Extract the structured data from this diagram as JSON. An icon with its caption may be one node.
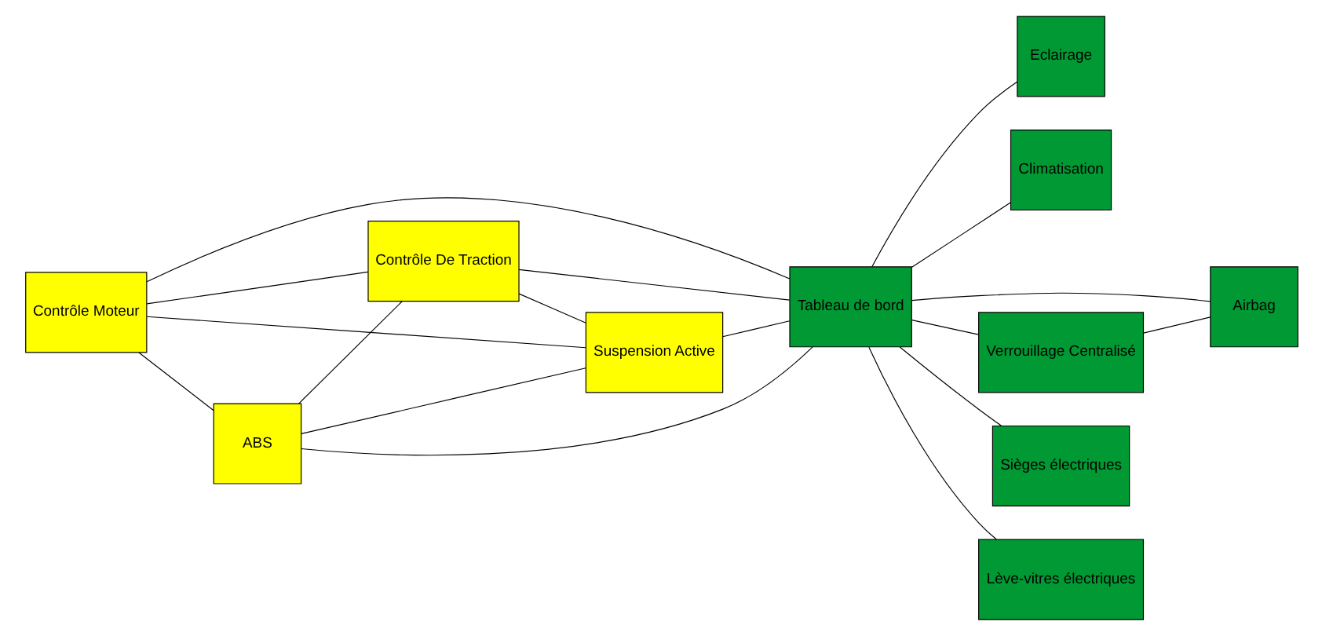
{
  "diagram": {
    "nodes": [
      {
        "text": [
          "Contrôle Moteur"
        ]
      },
      {
        "text": [
          "ABS"
        ]
      },
      {
        "text": [
          "Contrôle De Traction"
        ]
      },
      {
        "text": [
          "Suspension Active"
        ]
      },
      {
        "text": [
          "Tableau de bord"
        ]
      },
      {
        "text": [
          "Eclairage"
        ]
      },
      {
        "text": [
          "Climatisation"
        ]
      },
      {
        "text": [
          "Verrouillage Centralisé"
        ]
      },
      {
        "text": [
          "Airbag"
        ]
      },
      {
        "text": [
          "Sièges électriques"
        ]
      },
      {
        "text": [
          "Lève-vitres électriques"
        ]
      }
    ],
    "edges": [
      {
        "from": 0,
        "to": 1,
        "arrow": "none"
      },
      {
        "from": 0,
        "to": 2,
        "arrow": "none"
      },
      {
        "from": 0,
        "to": 3,
        "arrow": "none"
      },
      {
        "from": 0,
        "to": 4,
        "arrow": "none"
      },
      {
        "from": 1,
        "to": 2,
        "arrow": "none"
      },
      {
        "from": 1,
        "to": 3,
        "arrow": "none"
      },
      {
        "from": 1,
        "to": 4,
        "arrow": "none"
      },
      {
        "from": 2,
        "to": 3,
        "arrow": "none"
      },
      {
        "from": 2,
        "to": 4,
        "arrow": "none"
      },
      {
        "from": 3,
        "to": 4,
        "arrow": "none"
      },
      {
        "from": 4,
        "to": 5,
        "arrow": "none"
      },
      {
        "from": 4,
        "to": 6,
        "arrow": "none"
      },
      {
        "from": 4,
        "to": 7,
        "arrow": "none"
      },
      {
        "from": 4,
        "to": 8,
        "arrow": "none"
      },
      {
        "from": 4,
        "to": 9,
        "arrow": "none"
      },
      {
        "from": 4,
        "to": 10,
        "arrow": "none"
      },
      {
        "from": 7,
        "to": 8,
        "arrow": "none"
      }
    ]
  }
}
